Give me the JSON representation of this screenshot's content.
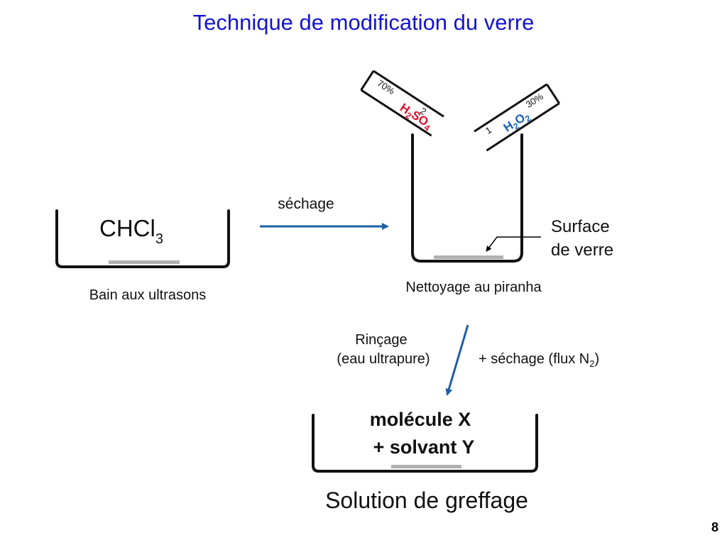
{
  "title": "Technique de modification du verre",
  "page_number": "8",
  "left_bath": {
    "solvent_main": "CHCl",
    "solvent_sub": "3",
    "caption": "Bain aux ultrasons"
  },
  "arrow_drying_label": "séchage",
  "piranha": {
    "caption": "Nettoyage au piranha",
    "surface_line1": "Surface",
    "surface_line2": "de verre",
    "tube_h2so4": {
      "percent": "70%",
      "order": "2",
      "formula_h": "H",
      "formula_sub2": "2",
      "formula_so": "SO",
      "formula_sub4": "4",
      "color": "#e0102a"
    },
    "tube_h2o2": {
      "percent": "30%",
      "order": "1",
      "formula_h": "H",
      "formula_sub2a": "2",
      "formula_o": "O",
      "formula_sub2b": "2",
      "color": "#1a63b8"
    }
  },
  "rinse": {
    "line1": "Rinçage",
    "line2": "(eau ultrapure)",
    "drying_prefix": "+ séchage (flux N",
    "drying_sub": "2",
    "drying_suffix": ")"
  },
  "graft_bath": {
    "line1": "molécule X",
    "line2": "+ solvant Y",
    "caption": "Solution de greffage"
  },
  "colors": {
    "title": "#1414d2",
    "arrow": "#1f5fa3",
    "glass": "#b0b0b0"
  }
}
